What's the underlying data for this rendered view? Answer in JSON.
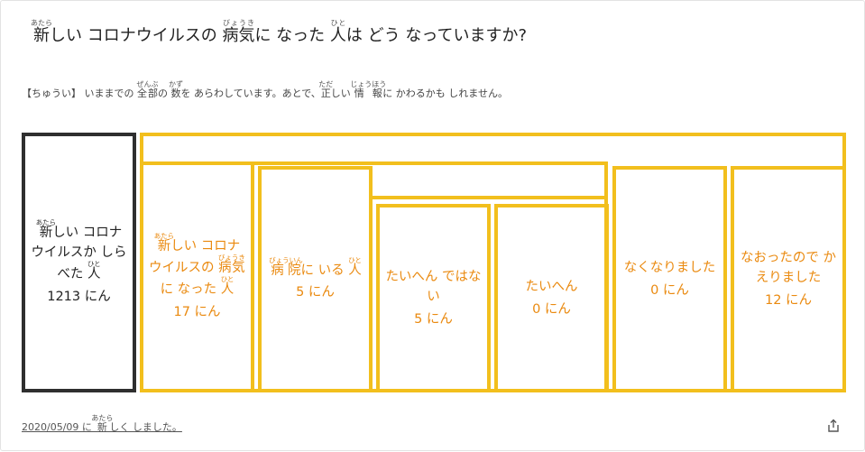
{
  "title": {
    "segments": [
      {
        "text": "新",
        "ruby": "あたら"
      },
      {
        "text": "しい コロナウイルスの "
      },
      {
        "text": "病気",
        "ruby": "びょうき"
      },
      {
        "text": "に なった "
      },
      {
        "text": "人",
        "ruby": "ひと"
      },
      {
        "text": "は どう なっていますか?"
      }
    ]
  },
  "note": {
    "segments": [
      {
        "text": "【ちゅうい】 いままでの "
      },
      {
        "text": "全部",
        "ruby": "ぜんぶ"
      },
      {
        "text": "の "
      },
      {
        "text": "数",
        "ruby": "かず"
      },
      {
        "text": "を あらわしています。あとで、"
      },
      {
        "text": "正",
        "ruby": "ただ"
      },
      {
        "text": "しい "
      },
      {
        "text": "情報",
        "ruby": "じょうほう"
      },
      {
        "text": "に かわるかも しれません。"
      }
    ]
  },
  "boxes": [
    {
      "id": "tested",
      "count": "1213 にん",
      "segments": [
        {
          "text": "新",
          "ruby": "あたら"
        },
        {
          "text": "しい コロナウイルスか しらべた "
        },
        {
          "text": "人",
          "ruby": "ひと"
        }
      ]
    },
    {
      "id": "infected",
      "count": "17 にん",
      "segments": [
        {
          "text": "新",
          "ruby": "あたら"
        },
        {
          "text": "しい コロナウイルスの "
        },
        {
          "text": "病気",
          "ruby": "びょうき"
        },
        {
          "text": "に なった "
        },
        {
          "text": "人",
          "ruby": "ひと"
        }
      ]
    },
    {
      "id": "hospitalized",
      "count": "5 にん",
      "segments": [
        {
          "text": "病院",
          "ruby": "びょういん"
        },
        {
          "text": "に いる "
        },
        {
          "text": "人",
          "ruby": "ひと"
        }
      ]
    },
    {
      "id": "not-severe",
      "count": "5 にん",
      "segments": [
        {
          "text": "たいへん ではない"
        }
      ]
    },
    {
      "id": "severe",
      "count": "0 にん",
      "segments": [
        {
          "text": "たいへん"
        }
      ]
    },
    {
      "id": "deceased",
      "count": "0 にん",
      "segments": [
        {
          "text": "なくなりました"
        }
      ]
    },
    {
      "id": "recovered",
      "count": "12 にん",
      "segments": [
        {
          "text": "なおったので かえりました"
        }
      ]
    }
  ],
  "footer": {
    "segments": [
      {
        "text": "2020/05/09 に "
      },
      {
        "text": "新",
        "ruby": "あたら"
      },
      {
        "text": "しく しました。"
      }
    ]
  },
  "share_icon": "share-icon",
  "colors": {
    "accent_border": "#f2bf1d",
    "accent_text": "#ea8a10",
    "dark_border": "#2f2f2f"
  }
}
